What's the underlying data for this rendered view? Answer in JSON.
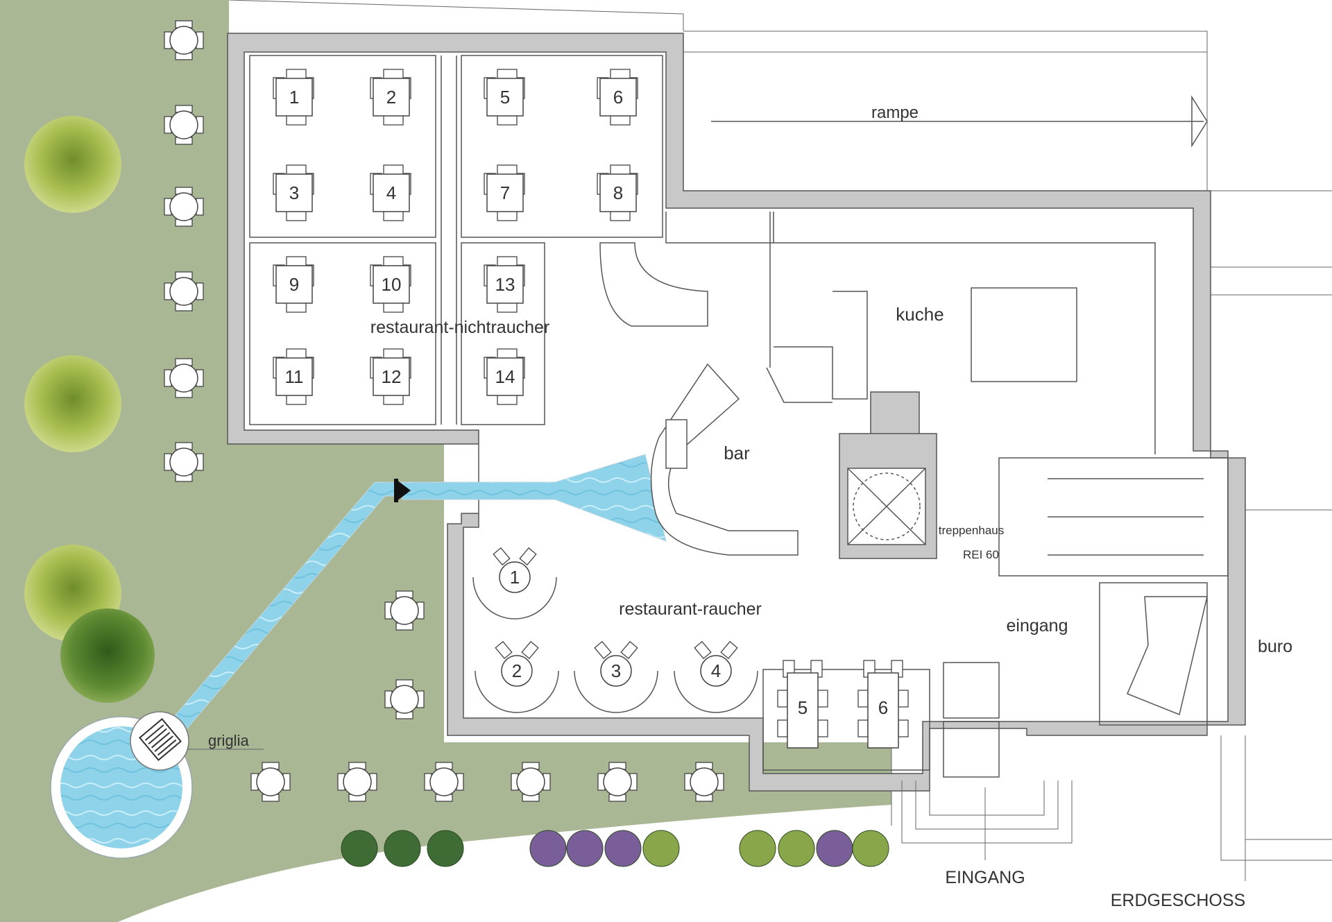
{
  "labels": {
    "rampe": "rampe",
    "kuche": "kuche",
    "bar": "bar",
    "restaurant_nichtraucher": "restaurant-nichtraucher",
    "restaurant_raucher": "restaurant-raucher",
    "treppenhaus": "treppenhaus",
    "rei60": "REI 60",
    "eingang_room": "eingang",
    "buro": "buro",
    "griglia": "griglia",
    "eingang_main": "EINGANG",
    "erdgeschoss": "ERDGESCHOSS"
  },
  "nichtraucher_tables": [
    "1",
    "2",
    "3",
    "4",
    "5",
    "6",
    "7",
    "8",
    "9",
    "10",
    "13",
    "11",
    "12",
    "14"
  ],
  "raucher_tables": [
    "1",
    "2",
    "3",
    "4",
    "5",
    "6"
  ],
  "colors": {
    "lawn": "#a9b794",
    "water": "#8fd3ea",
    "wall": "#c8c8c8",
    "tree": "#9db04a",
    "tree_dark": "#4f7a2a",
    "shrub_green": "#3f6b35",
    "shrub_purple": "#7a5e9a"
  }
}
